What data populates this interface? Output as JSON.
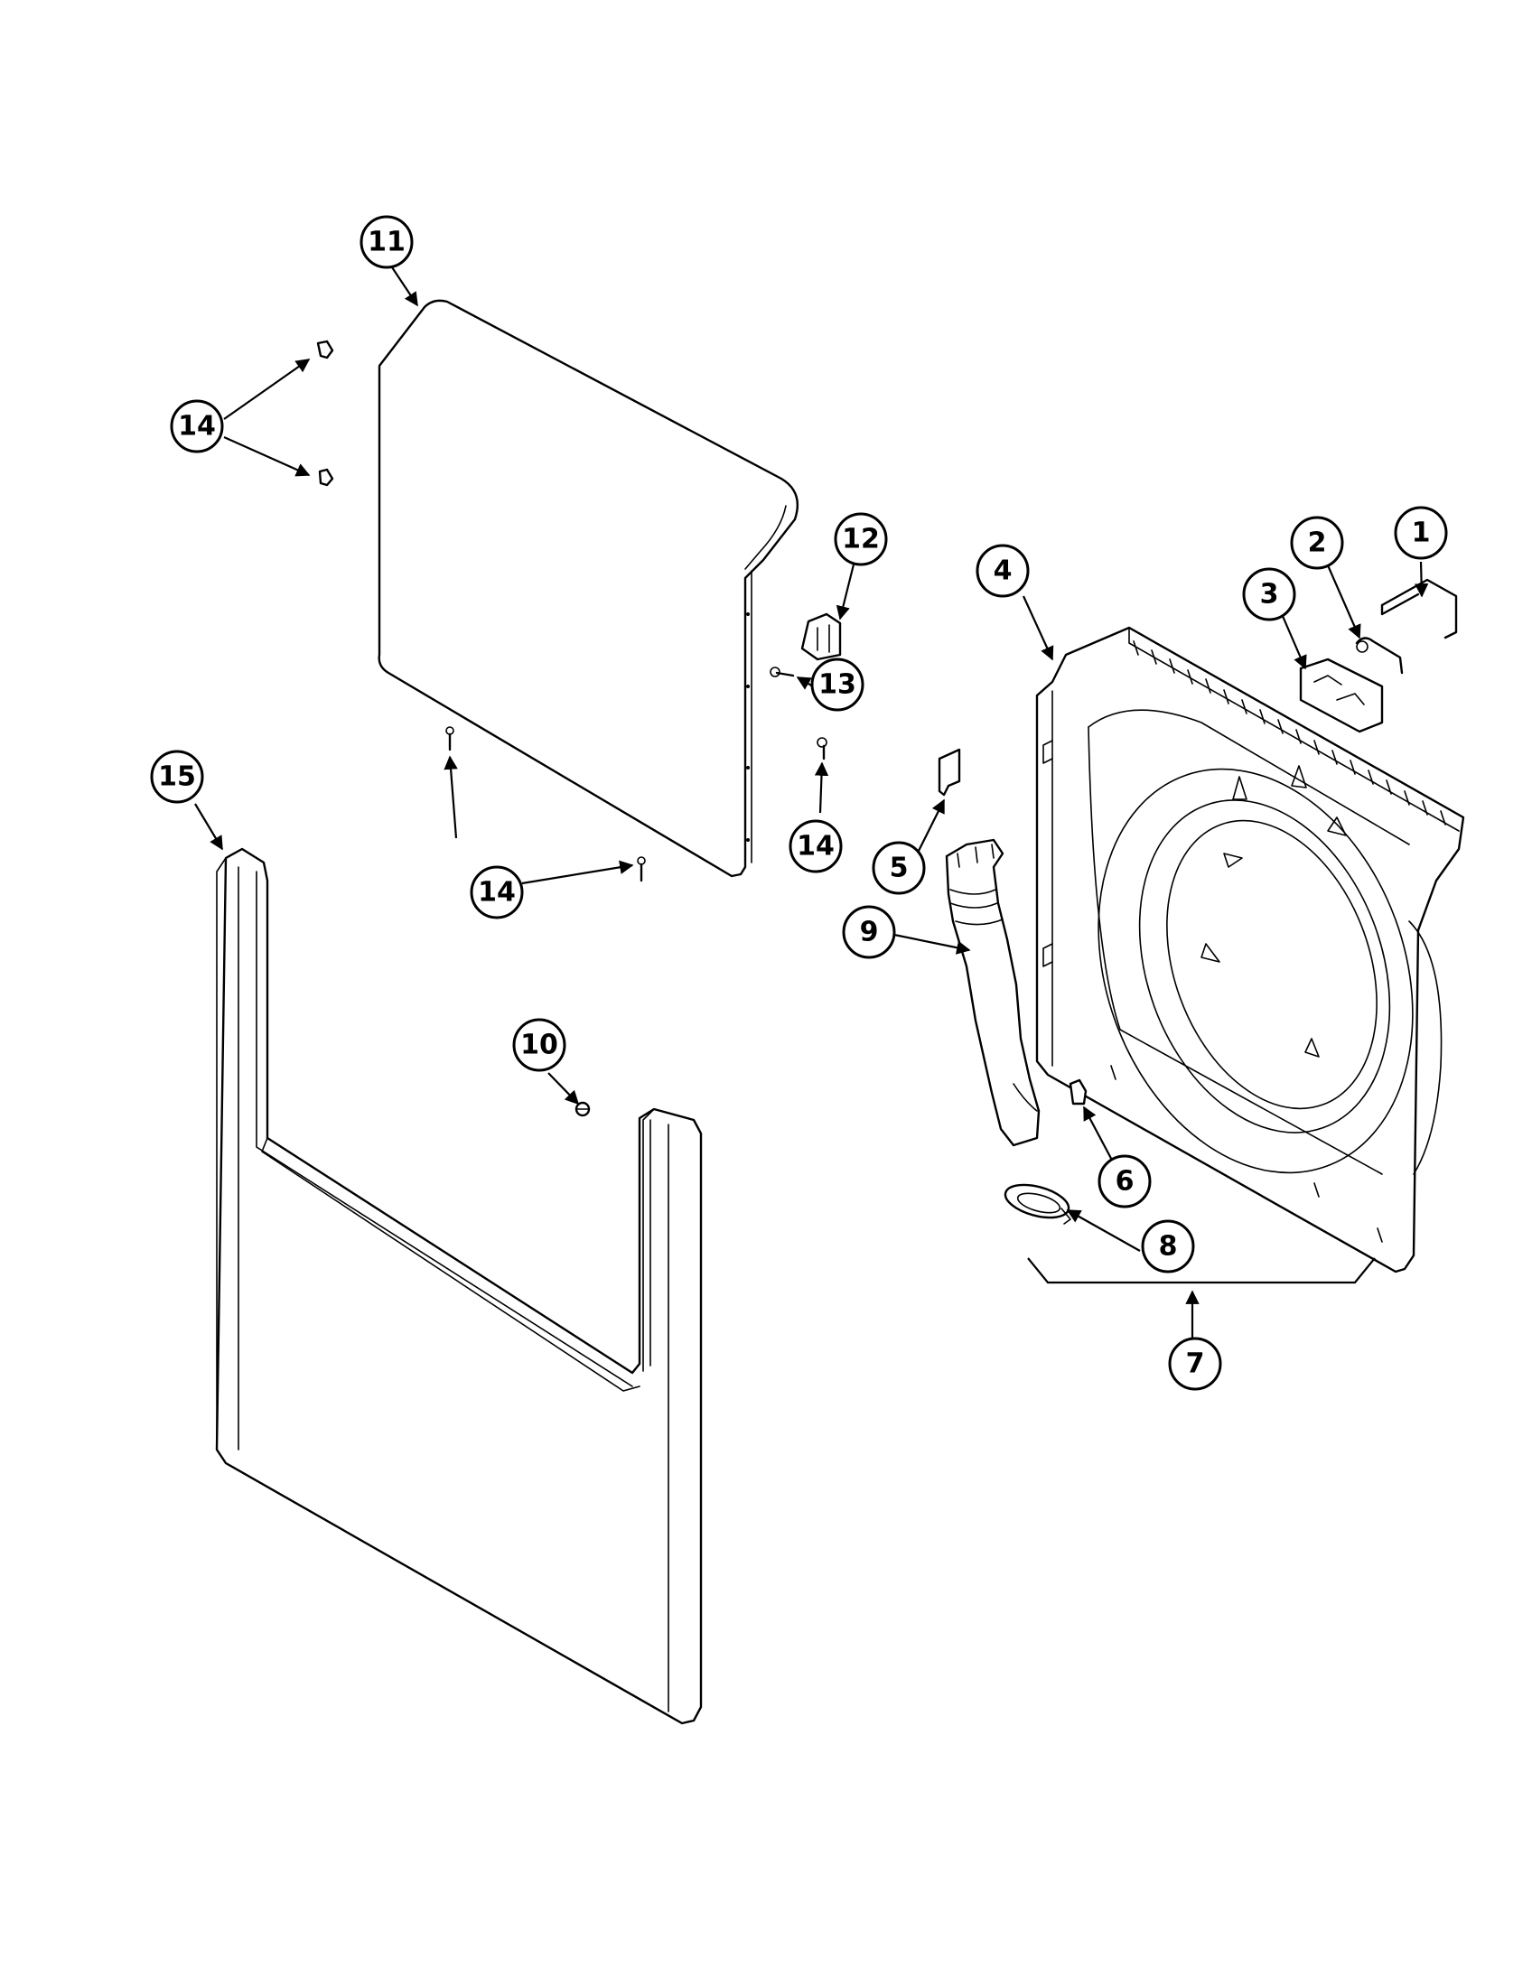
{
  "callouts": [
    {
      "id": "c1",
      "label": "1"
    },
    {
      "id": "c2",
      "label": "2"
    },
    {
      "id": "c3",
      "label": "3"
    },
    {
      "id": "c4",
      "label": "4"
    },
    {
      "id": "c5",
      "label": "5"
    },
    {
      "id": "c6",
      "label": "6"
    },
    {
      "id": "c7",
      "label": "7"
    },
    {
      "id": "c8",
      "label": "8"
    },
    {
      "id": "c9",
      "label": "9"
    },
    {
      "id": "c10",
      "label": "10"
    },
    {
      "id": "c11",
      "label": "11"
    },
    {
      "id": "c12",
      "label": "12"
    },
    {
      "id": "c13",
      "label": "13"
    },
    {
      "id": "c14a",
      "label": "14"
    },
    {
      "id": "c14b",
      "label": "14"
    },
    {
      "id": "c14c",
      "label": "14"
    },
    {
      "id": "c15",
      "label": "15"
    }
  ]
}
